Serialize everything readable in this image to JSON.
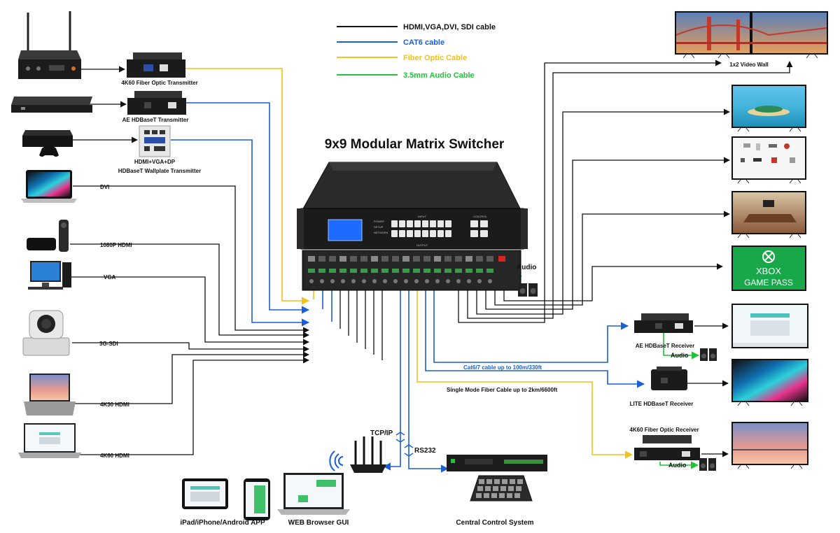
{
  "title": "9x9 Modular Matrix Switcher",
  "colors": {
    "hdmi": "#111111",
    "cat6": "#1a5fd6",
    "fiber": "#f2c21a",
    "audio": "#22c23a"
  },
  "legend": [
    {
      "label": "HDMI,VGA,DVI, SDI cable",
      "color": "#111111"
    },
    {
      "label": "CAT6 cable",
      "color": "#1a5fd6"
    },
    {
      "label": "Fiber Optic Cable",
      "color": "#f2c21a"
    },
    {
      "label": "3.5mm Audio Cable",
      "color": "#22c23a"
    }
  ],
  "sources": {
    "fiber_tx": "4K60 Fiber Optic Transmitter",
    "ae_tx": "AE HDBaseT Transmitter",
    "wallplate_top": "HDMI+VGA+DP",
    "wallplate": "HDBaseT Wallplate Transmitter",
    "dvi": "DVI",
    "hdmi_1080p": "1080P HDMI",
    "vga": "VGA",
    "sdi": "3G-SDI",
    "hdmi_4k30": "4K30 HDMI",
    "hdmi_4k60": "4K60 HDMI"
  },
  "outputs": {
    "video_wall": "1x2 Video Wall",
    "ae_rx": "AE HDBaseT Receiver",
    "lite_rx": "LITE HDBaseT Receiver",
    "fiber_rx": "4K60 Fiber Optic Receiver",
    "audio": "Audio",
    "cat6_note": "Cat6/7 cable up to 100m/330ft",
    "fiber_note": "Single Mode Fiber Cable up to 2km/6600ft",
    "xbox_1": "XBOX",
    "xbox_2": "GAME PASS"
  },
  "control": {
    "tcpip": "TCP/IP",
    "rs232": "RS232",
    "app": "iPad/iPhone/Android APP",
    "web": "WEB Browser GUI",
    "ccs": "Central Control System"
  },
  "panel": {
    "input": "INPUT",
    "output": "OUTPUT",
    "control": "CONTROL",
    "power": "POWER",
    "set": "SETUP",
    "network": "NETWORK"
  }
}
